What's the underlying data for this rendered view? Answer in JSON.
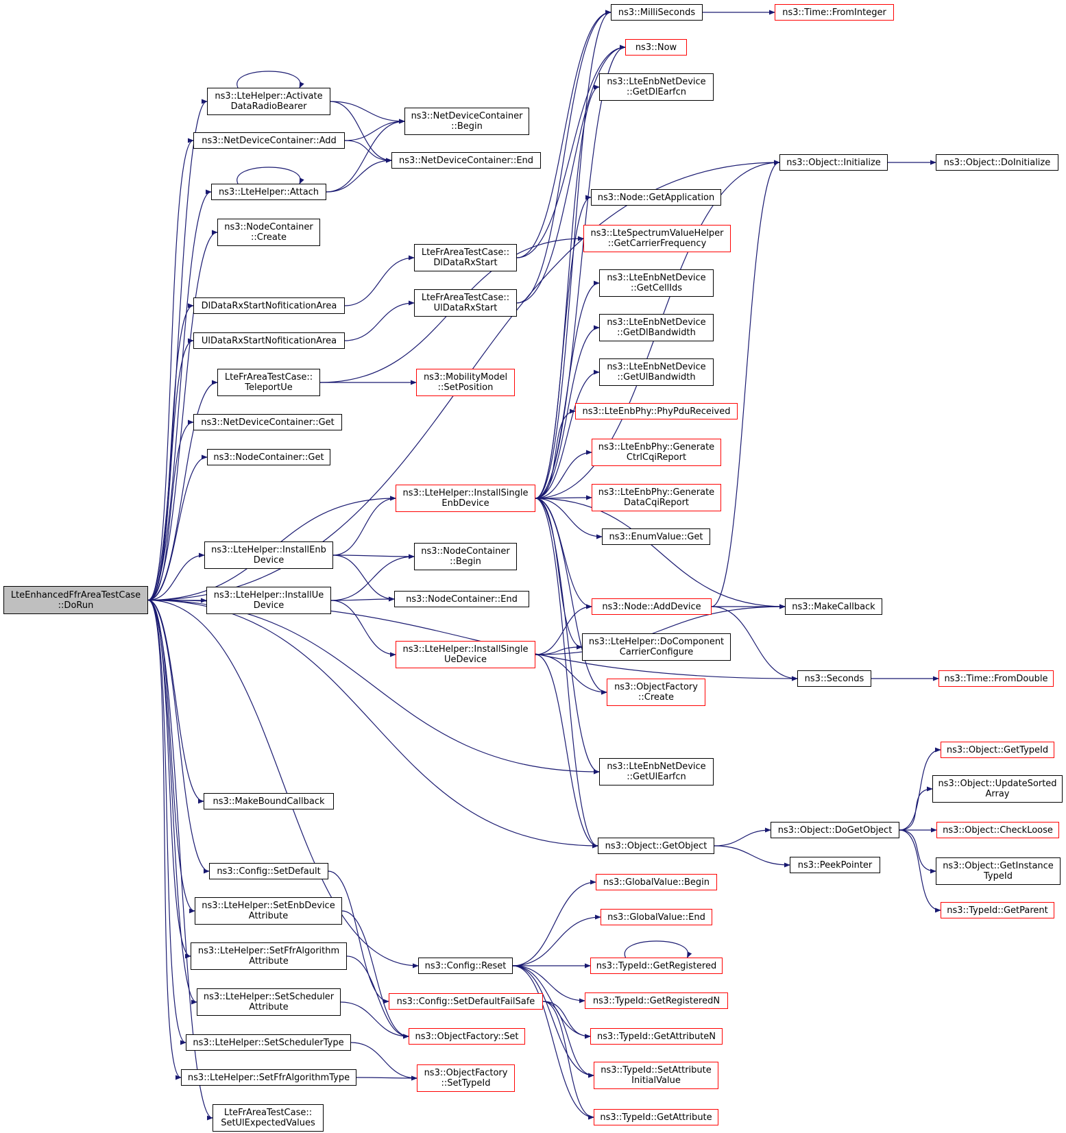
{
  "colors": {
    "edge": "#191970",
    "box_border": "#000000",
    "missing_border": "#ff0000",
    "root_fill": "#bfbfbf"
  },
  "nodes": {
    "root": {
      "label": "LteEnhancedFfrAreaTestCase\n::DoRun",
      "state": "current"
    },
    "activate": {
      "label": "ns3::LteHelper::Activate\nDataRadioBearer"
    },
    "ndc_add": {
      "label": "ns3::NetDeviceContainer::Add"
    },
    "attach": {
      "label": "ns3::LteHelper::Attach"
    },
    "nc_create": {
      "label": "ns3::NodeContainer\n::Create"
    },
    "dl_notif": {
      "label": "DlDataRxStartNofiticationArea"
    },
    "ul_notif": {
      "label": "UlDataRxStartNofiticationArea"
    },
    "teleport": {
      "label": "LteFrAreaTestCase::\nTeleportUe"
    },
    "ndc_get": {
      "label": "ns3::NetDeviceContainer::Get"
    },
    "nc_get": {
      "label": "ns3::NodeContainer::Get"
    },
    "install_enb": {
      "label": "ns3::LteHelper::InstallEnb\nDevice"
    },
    "install_ue": {
      "label": "ns3::LteHelper::InstallUe\nDevice"
    },
    "make_bound": {
      "label": "ns3::MakeBoundCallback"
    },
    "cfg_setdefault": {
      "label": "ns3::Config::SetDefault"
    },
    "set_enb_attr": {
      "label": "ns3::LteHelper::SetEnbDevice\nAttribute"
    },
    "set_ffr_attr": {
      "label": "ns3::LteHelper::SetFfrAlgorithm\nAttribute"
    },
    "set_sched_attr": {
      "label": "ns3::LteHelper::SetScheduler\nAttribute"
    },
    "set_sched_type": {
      "label": "ns3::LteHelper::SetSchedulerType"
    },
    "set_ffr_type": {
      "label": "ns3::LteHelper::SetFfrAlgorithmType"
    },
    "set_ul_expected": {
      "label": "LteFrAreaTestCase::\nSetUlExpectedValues"
    },
    "ndc_begin": {
      "label": "ns3::NetDeviceContainer\n::Begin"
    },
    "ndc_end": {
      "label": "ns3::NetDeviceContainer::End"
    },
    "dl_rx_start": {
      "label": "LteFrAreaTestCase::\nDlDataRxStart"
    },
    "ul_rx_start": {
      "label": "LteFrAreaTestCase::\nUlDataRxStart"
    },
    "mobility_setpos": {
      "label": "ns3::MobilityModel\n::SetPosition"
    },
    "install_single_enb": {
      "label": "ns3::LteHelper::InstallSingle\nEnbDevice"
    },
    "nc_begin": {
      "label": "ns3::NodeContainer\n::Begin"
    },
    "nc_end": {
      "label": "ns3::NodeContainer::End"
    },
    "install_single_ue": {
      "label": "ns3::LteHelper::InstallSingle\nUeDevice"
    },
    "cfg_setdefaultfailsafe": {
      "label": "ns3::Config::SetDefaultFailSafe"
    },
    "cfg_reset": {
      "label": "ns3::Config::Reset"
    },
    "of_set": {
      "label": "ns3::ObjectFactory::Set"
    },
    "of_settypeid": {
      "label": "ns3::ObjectFactory\n::SetTypeId"
    },
    "milliseconds": {
      "label": "ns3::MilliSeconds"
    },
    "now": {
      "label": "ns3::Now"
    },
    "get_dl_earfcn": {
      "label": "ns3::LteEnbNetDevice\n::GetDlEarfcn"
    },
    "node_getapp": {
      "label": "ns3::Node::GetApplication"
    },
    "spectrum_carrier": {
      "label": "ns3::LteSpectrumValueHelper\n::GetCarrierFrequency"
    },
    "get_cellids": {
      "label": "ns3::LteEnbNetDevice\n::GetCellIds"
    },
    "get_dl_bw": {
      "label": "ns3::LteEnbNetDevice\n::GetDlBandwidth"
    },
    "get_ul_bw": {
      "label": "ns3::LteEnbNetDevice\n::GetUlBandwidth"
    },
    "phy_pdu": {
      "label": "ns3::LteEnbPhy::PhyPduReceived"
    },
    "gen_ctrl_cqi": {
      "label": "ns3::LteEnbPhy::Generate\nCtrlCqiReport"
    },
    "gen_data_cqi": {
      "label": "ns3::LteEnbPhy::Generate\nDataCqiReport"
    },
    "enum_get": {
      "label": "ns3::EnumValue::Get"
    },
    "node_adddevice": {
      "label": "ns3::Node::AddDevice"
    },
    "do_cc_config": {
      "label": "ns3::LteHelper::DoComponent\nCarrierConfigure"
    },
    "of_create": {
      "label": "ns3::ObjectFactory\n::Create"
    },
    "get_ul_earfcn": {
      "label": "ns3::LteEnbNetDevice\n::GetUlEarfcn"
    },
    "get_object": {
      "label": "ns3::Object::GetObject"
    },
    "gv_begin": {
      "label": "ns3::GlobalValue::Begin"
    },
    "gv_end": {
      "label": "ns3::GlobalValue::End"
    },
    "tid_getregistered": {
      "label": "ns3::TypeId::GetRegistered"
    },
    "tid_getregisteredn": {
      "label": "ns3::TypeId::GetRegisteredN"
    },
    "tid_getattrn": {
      "label": "ns3::TypeId::GetAttributeN"
    },
    "tid_setattrinit": {
      "label": "ns3::TypeId::SetAttribute\nInitialValue"
    },
    "tid_getattr": {
      "label": "ns3::TypeId::GetAttribute"
    },
    "time_frominteger": {
      "label": "ns3::Time::FromInteger"
    },
    "obj_initialize": {
      "label": "ns3::Object::Initialize"
    },
    "obj_doinitialize": {
      "label": "ns3::Object::DoInitialize"
    },
    "make_callback": {
      "label": "ns3::MakeCallback"
    },
    "seconds": {
      "label": "ns3::Seconds"
    },
    "time_fromdouble": {
      "label": "ns3::Time::FromDouble"
    },
    "obj_gettypeid": {
      "label": "ns3::Object::GetTypeId"
    },
    "obj_updatesorted": {
      "label": "ns3::Object::UpdateSorted\nArray"
    },
    "obj_dogetobject": {
      "label": "ns3::Object::DoGetObject"
    },
    "obj_checkloose": {
      "label": "ns3::Object::CheckLoose"
    },
    "obj_getinstance": {
      "label": "ns3::Object::GetInstance\nTypeId"
    },
    "tid_getparent": {
      "label": "ns3::TypeId::GetParent"
    },
    "peekpointer": {
      "label": "ns3::PeekPointer"
    }
  },
  "edges": [
    [
      "root",
      "activate"
    ],
    [
      "root",
      "ndc_add"
    ],
    [
      "root",
      "attach"
    ],
    [
      "root",
      "nc_create"
    ],
    [
      "root",
      "dl_notif"
    ],
    [
      "root",
      "ul_notif"
    ],
    [
      "root",
      "teleport"
    ],
    [
      "root",
      "ndc_get"
    ],
    [
      "root",
      "nc_get"
    ],
    [
      "root",
      "install_enb"
    ],
    [
      "root",
      "install_ue"
    ],
    [
      "root",
      "make_bound"
    ],
    [
      "root",
      "cfg_setdefault"
    ],
    [
      "root",
      "set_enb_attr"
    ],
    [
      "root",
      "set_ffr_attr"
    ],
    [
      "root",
      "set_sched_attr"
    ],
    [
      "root",
      "set_sched_type"
    ],
    [
      "root",
      "set_ffr_type"
    ],
    [
      "root",
      "set_ul_expected"
    ],
    [
      "root",
      "obj_initialize"
    ],
    [
      "root",
      "get_ul_earfcn"
    ],
    [
      "root",
      "get_object"
    ],
    [
      "root",
      "seconds"
    ],
    [
      "root",
      "cfg_reset"
    ],
    [
      "root",
      "install_single_enb"
    ],
    [
      "activate",
      "activate"
    ],
    [
      "activate",
      "ndc_begin"
    ],
    [
      "activate",
      "ndc_end"
    ],
    [
      "ndc_add",
      "ndc_begin"
    ],
    [
      "ndc_add",
      "ndc_end"
    ],
    [
      "attach",
      "attach"
    ],
    [
      "attach",
      "ndc_begin"
    ],
    [
      "attach",
      "ndc_end"
    ],
    [
      "dl_notif",
      "dl_rx_start"
    ],
    [
      "ul_notif",
      "ul_rx_start"
    ],
    [
      "dl_rx_start",
      "milliseconds"
    ],
    [
      "dl_rx_start",
      "now"
    ],
    [
      "ul_rx_start",
      "milliseconds"
    ],
    [
      "ul_rx_start",
      "now"
    ],
    [
      "teleport",
      "mobility_setpos"
    ],
    [
      "teleport",
      "spectrum_carrier"
    ],
    [
      "install_enb",
      "install_single_enb"
    ],
    [
      "install_enb",
      "nc_begin"
    ],
    [
      "install_enb",
      "nc_end"
    ],
    [
      "install_ue",
      "install_single_ue"
    ],
    [
      "install_ue",
      "nc_begin"
    ],
    [
      "install_ue",
      "nc_end"
    ],
    [
      "install_single_enb",
      "milliseconds"
    ],
    [
      "install_single_enb",
      "now"
    ],
    [
      "install_single_enb",
      "get_dl_earfcn"
    ],
    [
      "install_single_enb",
      "node_getapp"
    ],
    [
      "install_single_enb",
      "get_cellids"
    ],
    [
      "install_single_enb",
      "get_dl_bw"
    ],
    [
      "install_single_enb",
      "get_ul_bw"
    ],
    [
      "install_single_enb",
      "phy_pdu"
    ],
    [
      "install_single_enb",
      "gen_ctrl_cqi"
    ],
    [
      "install_single_enb",
      "gen_data_cqi"
    ],
    [
      "install_single_enb",
      "enum_get"
    ],
    [
      "install_single_enb",
      "make_callback"
    ],
    [
      "install_single_enb",
      "node_adddevice"
    ],
    [
      "install_single_enb",
      "do_cc_config"
    ],
    [
      "install_single_enb",
      "of_create"
    ],
    [
      "install_single_enb",
      "get_ul_earfcn"
    ],
    [
      "install_single_enb",
      "get_object"
    ],
    [
      "install_single_enb",
      "obj_initialize"
    ],
    [
      "install_single_ue",
      "node_adddevice"
    ],
    [
      "install_single_ue",
      "do_cc_config"
    ],
    [
      "install_single_ue",
      "of_create"
    ],
    [
      "install_single_ue",
      "make_callback"
    ],
    [
      "install_single_ue",
      "get_object"
    ],
    [
      "node_adddevice",
      "make_callback"
    ],
    [
      "node_adddevice",
      "seconds"
    ],
    [
      "node_adddevice",
      "obj_initialize"
    ],
    [
      "cfg_setdefault",
      "cfg_setdefaultfailsafe"
    ],
    [
      "set_enb_attr",
      "of_set"
    ],
    [
      "set_ffr_attr",
      "of_set"
    ],
    [
      "set_sched_attr",
      "of_set"
    ],
    [
      "set_sched_type",
      "of_settypeid"
    ],
    [
      "set_ffr_type",
      "of_settypeid"
    ],
    [
      "cfg_setdefaultfailsafe",
      "tid_getattrn"
    ],
    [
      "cfg_setdefaultfailsafe",
      "tid_setattrinit"
    ],
    [
      "cfg_setdefaultfailsafe",
      "tid_getattr"
    ],
    [
      "cfg_reset",
      "gv_begin"
    ],
    [
      "cfg_reset",
      "gv_end"
    ],
    [
      "cfg_reset",
      "tid_getregistered"
    ],
    [
      "cfg_reset",
      "tid_getregisteredn"
    ],
    [
      "cfg_reset",
      "tid_getattrn"
    ],
    [
      "cfg_reset",
      "tid_setattrinit"
    ],
    [
      "cfg_reset",
      "tid_getattr"
    ],
    [
      "tid_getregistered",
      "tid_getregistered"
    ],
    [
      "milliseconds",
      "time_frominteger"
    ],
    [
      "obj_initialize",
      "obj_doinitialize"
    ],
    [
      "seconds",
      "time_fromdouble"
    ],
    [
      "get_object",
      "obj_dogetobject"
    ],
    [
      "get_object",
      "peekpointer"
    ],
    [
      "obj_dogetobject",
      "obj_gettypeid"
    ],
    [
      "obj_dogetobject",
      "obj_updatesorted"
    ],
    [
      "obj_dogetobject",
      "obj_checkloose"
    ],
    [
      "obj_dogetobject",
      "obj_getinstance"
    ],
    [
      "obj_dogetobject",
      "tid_getparent"
    ]
  ]
}
